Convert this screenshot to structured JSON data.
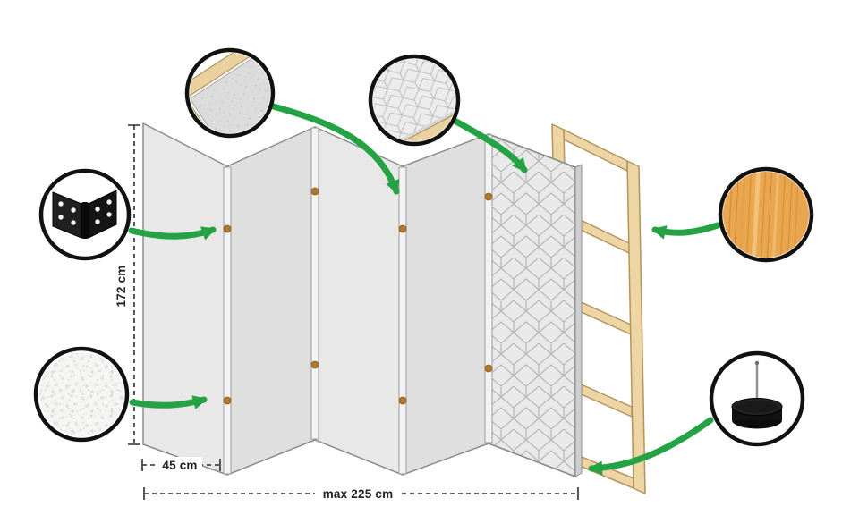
{
  "dimensions": {
    "height_label": "172 cm",
    "panel_width_label": "45 cm",
    "max_width_label": "max 225 cm"
  },
  "callouts": [
    {
      "name": "frame-corner-detail"
    },
    {
      "name": "panel-surface-pattern-detail"
    },
    {
      "name": "hinge-detail"
    },
    {
      "name": "fabric-texture-detail"
    },
    {
      "name": "pine-wood-detail"
    },
    {
      "name": "stabilizing-foot-detail"
    }
  ],
  "colors": {
    "accent_green": "#25a244",
    "panel_gray": "#e8e8e8",
    "pattern_line": "#b5b5b5",
    "wood": "#eed5a4",
    "outline_black": "#111111"
  }
}
